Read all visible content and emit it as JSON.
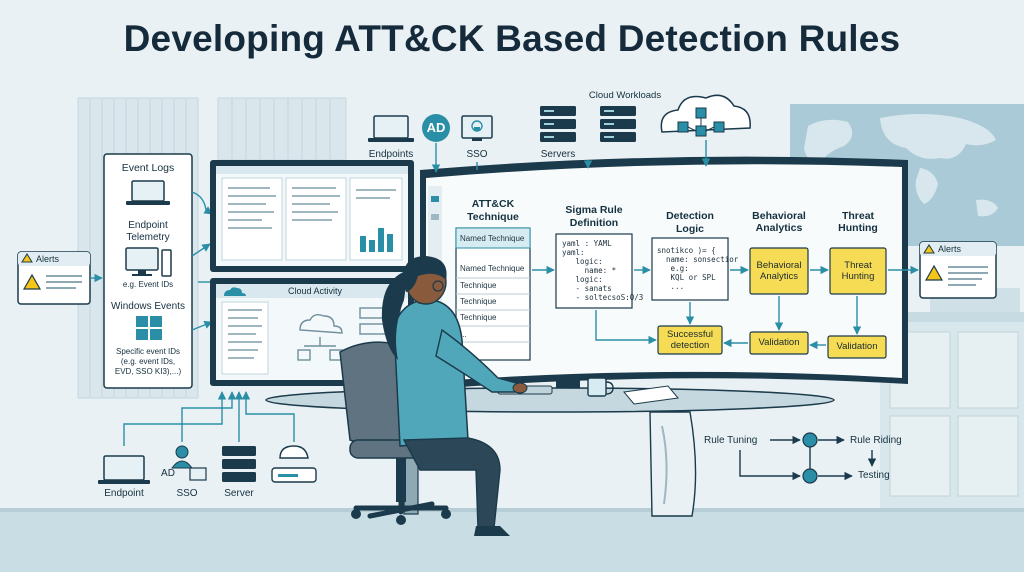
{
  "title": "Developing ATT&CK Based Detection Rules",
  "top_sources": {
    "endpoints": "Endpoints",
    "ad_badge": "AD",
    "sso": "SSO",
    "servers": "Servers",
    "cloud_workloads": "Cloud Workloads"
  },
  "left_panel": {
    "event_logs": "Event Logs",
    "endpoint_telemetry_1": "Endpoint",
    "endpoint_telemetry_2": "Telemetry",
    "event_ids": "e.g. Event IDs",
    "windows_events": "Windows Events",
    "specific_1": "Specific event IDs",
    "specific_2": "(e.g. event IDs,",
    "specific_3": "EVD, SSO KI3),...)"
  },
  "alerts_left": "Alerts",
  "alerts_right": "Alerts",
  "cloud_activity": "Cloud Activity",
  "pipeline": {
    "attck_1": "ATT&CK",
    "attck_2": "Technique",
    "named_technique_header": "Named Technique",
    "techniques": [
      "Named Technique",
      "Technique",
      "Technique",
      "Technique",
      "..."
    ],
    "sigma_1": "Sigma Rule",
    "sigma_2": "Definition",
    "sigma_code": "yaml : YAML\nyaml:\n   logic:\n     name: *\n   logic:\n   - sanats\n   - soltecsoS:0/3",
    "detection_1": "Detection",
    "detection_2": "Logic",
    "detection_code": "snotikco )= {\n  name: sonsectior\n   e.g:\n   KQL or SPL\n   ...",
    "behavioral_1": "Behavioral",
    "behavioral_2": "Analytics",
    "behavioral_box_1": "Behavioral",
    "behavioral_box_2": "Analytics",
    "threat_1": "Threat",
    "threat_2": "Hunting",
    "threat_box_1": "Threat",
    "threat_box_2": "Hunting",
    "successful_1": "Successful",
    "successful_2": "detection",
    "validation_1": "Validation",
    "validation_2": "Validation"
  },
  "bottom_sources": {
    "endpoint": "Endpoint",
    "ad": "AD",
    "sso": "SSO",
    "server": "Server"
  },
  "tuning": {
    "rule_tuning": "Rule Tuning",
    "rule_riding": "Rule Riding",
    "testing": "Testing"
  },
  "colors": {
    "background": "#e9f1f4",
    "navy": "#1b3a4b",
    "teal_accent": "#2a8fa6",
    "highlight_yellow": "#f6dc54",
    "alert_yellow": "#f5c518",
    "shirt_teal": "#4fa7b9"
  }
}
